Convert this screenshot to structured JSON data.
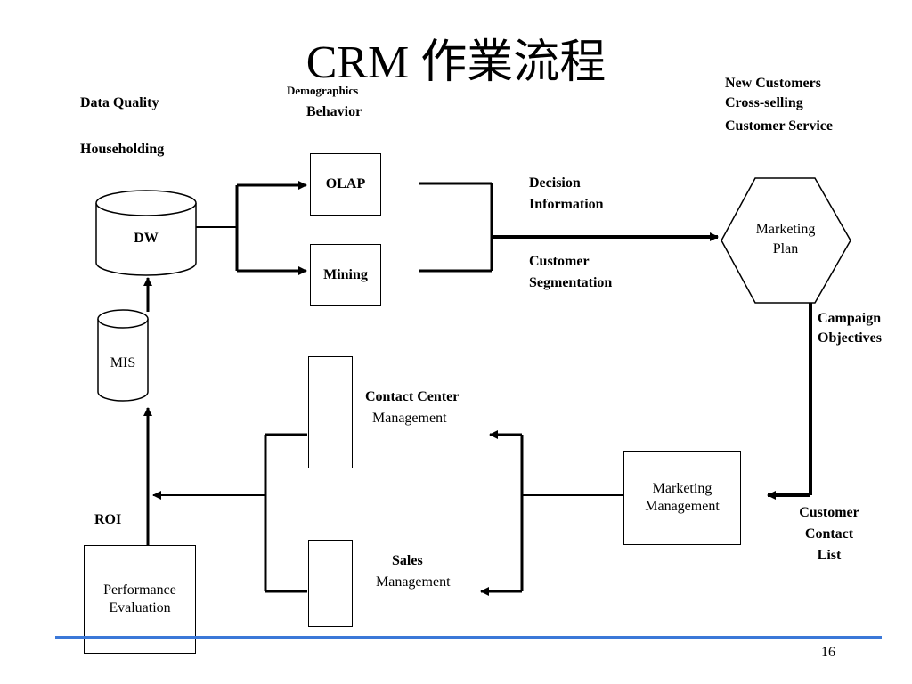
{
  "title": "CRM 作業流程",
  "labels": {
    "data_quality": "Data Quality",
    "householding": "Householding",
    "demographics": "Demographics",
    "behavior": "Behavior",
    "decision_information": [
      "Decision",
      "Information"
    ],
    "customer_segmentation": [
      "Customer",
      "Segmentation"
    ],
    "new_customers": "New Customers",
    "cross_selling": "Cross-selling",
    "customer_service": "Customer Service",
    "campaign_objectives": [
      "Campaign",
      "Objectives"
    ],
    "contact_center_management": [
      "Contact Center",
      "Management"
    ],
    "sales_management": [
      "Sales",
      "Management"
    ],
    "customer_contact_list": [
      "Customer",
      "Contact",
      "List"
    ],
    "roi": "ROI"
  },
  "nodes": {
    "dw": "DW",
    "mis": "MIS",
    "olap": "OLAP",
    "mining": "Mining",
    "marketing_plan": [
      "Marketing",
      "Plan"
    ],
    "marketing_management": [
      "Marketing",
      "Management"
    ],
    "performance_evaluation": [
      "Performance",
      "Evaluation"
    ]
  },
  "colors": {
    "rule": "#3b78d8",
    "line": "#000000"
  },
  "page_number": "16"
}
